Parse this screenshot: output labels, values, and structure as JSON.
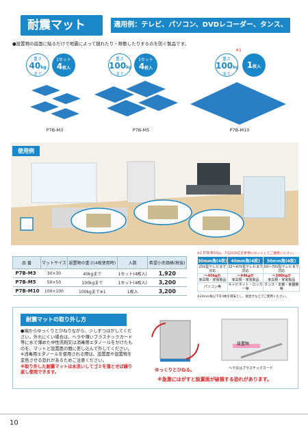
{
  "header": {
    "title": "耐震マット",
    "usage": "適用例：テレビ、パソコン、DVDレコーダー、タンス、本棚等"
  },
  "intro": "●設置物の底面に貼るだけで地震によって揺れたり・移動したりするのを防ぐ製品です。",
  "products": [
    {
      "name": "P7B-M3",
      "load_top": "重さ",
      "load": "40",
      "load_unit": "kg",
      "load_bottom": "まで",
      "set_top": "1セット",
      "set": "4",
      "set_unit": "枚入",
      "mark": ""
    },
    {
      "name": "P7B-M5",
      "load_top": "重さ",
      "load": "100",
      "load_unit": "kg",
      "load_bottom": "まで",
      "set_top": "1セット",
      "set": "4",
      "set_unit": "枚入",
      "mark": ""
    },
    {
      "name": "P7B-M10",
      "load_top": "重さ",
      "load": "100",
      "load_unit": "kg",
      "load_bottom": "まで",
      "set_top": "",
      "set": "1",
      "set_unit": "枚入",
      "mark": "※1"
    }
  ],
  "example_label": "使用例",
  "spec_table": {
    "headers": [
      "品 番",
      "マットサイズ",
      "設置物の重さ(4枚使用時)",
      "入数",
      "希望小売価格(税抜)"
    ],
    "rows": [
      [
        "P7B-M3",
        "30×30",
        "40kgまで",
        "1セット(4枚入)",
        "1,920"
      ],
      [
        "P7B-M5",
        "50×50",
        "100kgまで",
        "1セット(4枚入)",
        "3,200"
      ],
      [
        "P7B-M10",
        "100×100",
        "100kgまで※1",
        "1枚入",
        "3,200"
      ]
    ]
  },
  "size_note": "※1 P7B-M10は、下記の対応を参考にカットしてご使用ください。",
  "size_table": {
    "headers": [
      "30mm角(4枚)",
      "40mm角(4枚)",
      "50mm角(4枚)"
    ],
    "tv": [
      "25V型テレビまで対応",
      "32～47V型テレビまで対応",
      "50～70V型テレビまで対応"
    ],
    "weight": [
      "～40kgの",
      "～64kgの",
      "～100kgの"
    ],
    "furniture": [
      "家具類・家電製品",
      "家具類・家電製品",
      "家具類・家電製品"
    ],
    "examples": [
      "パソコン等",
      "キャビネット・ロッカー等",
      "タンス・本棚・食器棚等"
    ]
  },
  "size_footnote": "※20mm角以下を4枚を目安とし、組合せなどでご使用ください。",
  "removal": {
    "title": "耐震マットの取り外し方",
    "text_1": "●端からゆっくりとひねりながら、少しずつはがしてください。外れにくい場合は、ヘラや薄いプラスチックカード等に水で薄めた中性洗剤又は消毒用エタノールをかけたものを、マットと設置面の間に差し込んで外してください。",
    "text_2": "※消毒用エタノールを使用される際は、設置面や設置物を変色させる恐れがあるためご注意ください。",
    "text_red": "※取り外した耐震マットは水洗いしてゴミを落とせば繰り返し使用できます。",
    "caption_twist": "ゆっくりとひねる。",
    "caption_card": "ヘラ又はプラスチックカード",
    "mount_label": "設置物",
    "warning": "※急激にはがすと設置面が破損する恐れがあります。"
  },
  "page_number": "10",
  "colors": {
    "brand": "#1a87c9",
    "accent": "#d42020",
    "mat": "#2a7fc4"
  }
}
